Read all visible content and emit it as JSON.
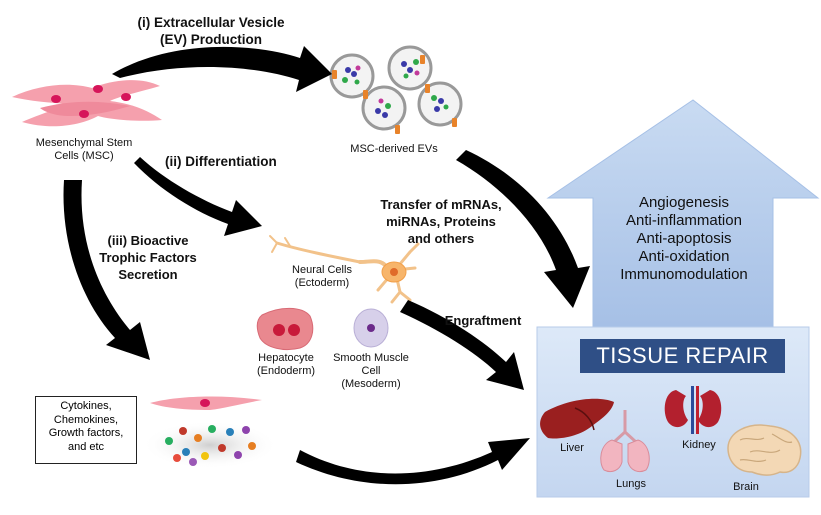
{
  "processes": {
    "ev_production": [
      "(i) Extracellular Vesicle",
      "(EV) Production"
    ],
    "differentiation": "(ii) Differentiation",
    "secretion": [
      "(iii) Bioactive",
      "Trophic Factors",
      "Secretion"
    ]
  },
  "nodes": {
    "msc": [
      "Mesenchymal Stem",
      "Cells (MSC)"
    ],
    "evs": "MSC-derived EVs",
    "neural": [
      "Neural Cells",
      "(Ectoderm)"
    ],
    "hepatocyte": [
      "Hepatocyte",
      "(Endoderm)"
    ],
    "smooth_muscle": [
      "Smooth Muscle",
      "Cell",
      "(Mesoderm)"
    ]
  },
  "factors_box": [
    "Cytokines,",
    "Chemokines,",
    "Growth factors,",
    "and etc"
  ],
  "transfer_label": [
    "Transfer of mRNAs,",
    "miRNAs, Proteins",
    "and others"
  ],
  "engraftment_label": "Engraftment",
  "effects": [
    "Angiogenesis",
    "Anti-inflammation",
    "Anti-apoptosis",
    "Anti-oxidation",
    "Immunomodulation"
  ],
  "tissue_repair": {
    "title": "TISSUE REPAIR",
    "organs": {
      "liver": "Liver",
      "lungs": "Lungs",
      "kidney": "Kidney",
      "brain": "Brain"
    }
  },
  "colors": {
    "arrow": "#000000",
    "panel_light": "#dce8f7",
    "panel_mid": "#a9c3e8",
    "banner": "#2f4f86",
    "msc_cell": "#f29aa8",
    "nucleus": "#d6155a"
  }
}
